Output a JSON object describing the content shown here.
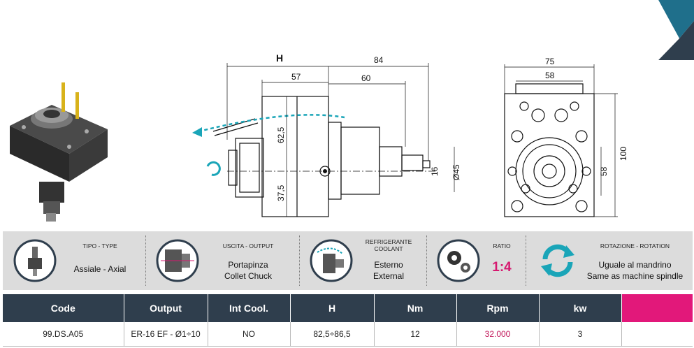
{
  "drawing": {
    "side_view": {
      "dim_H": "H",
      "dim_84": "84",
      "dim_57": "57",
      "dim_60": "60",
      "dim_62_5": "62,5",
      "dim_37_5": "37,5",
      "dim_16": "16",
      "dim_d45": "Ø45"
    },
    "front_view": {
      "dim_75": "75",
      "dim_58_top": "58",
      "dim_100": "100",
      "dim_58_right": "58"
    }
  },
  "features": [
    {
      "title_line1": "TIPO - TYPE",
      "title_line2": "",
      "value_line1": "Assiale - Axial",
      "value_line2": "",
      "icon": "axial-type-icon"
    },
    {
      "title_line1": "USCITA - OUTPUT",
      "title_line2": "",
      "value_line1": "Portapinza",
      "value_line2": "Collet Chuck",
      "icon": "collet-chuck-icon"
    },
    {
      "title_line1": "REFRIGERANTE",
      "title_line2": "COOLANT",
      "value_line1": "Esterno",
      "value_line2": "External",
      "icon": "coolant-icon"
    },
    {
      "title_line1": "RATIO",
      "title_line2": "",
      "value_line1": "1:4",
      "value_line2": "",
      "icon": "gears-icon"
    },
    {
      "title_line1": "ROTAZIONE - ROTATION",
      "title_line2": "",
      "value_line1": "Uguale al mandrino",
      "value_line2": "Same as machine spindle",
      "icon": "rotation-icon"
    }
  ],
  "table": {
    "headers": [
      "Code",
      "Output",
      "Int Cool.",
      "H",
      "Nm",
      "Rpm",
      "kw"
    ],
    "row": [
      "99.DS.A05",
      "ER-16 EF - Ø1÷10",
      "NO",
      "82,5÷86,5",
      "12",
      "32.000",
      "3"
    ]
  },
  "colors": {
    "accent": "#e2187a",
    "header_bg": "#2f3e4d",
    "teal": "#1aa5b8",
    "band_bg": "#dcdcdc"
  }
}
